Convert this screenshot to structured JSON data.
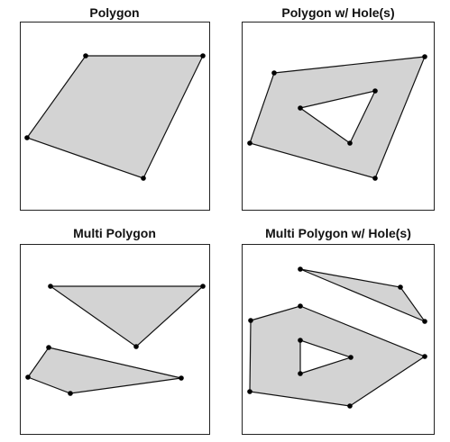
{
  "panels": [
    {
      "title": "Polygon",
      "shape": "polygon",
      "rings": [
        [
          [
            94,
            61
          ],
          [
            224,
            61
          ],
          [
            158,
            197
          ],
          [
            29,
            152
          ]
        ]
      ]
    },
    {
      "title": "Polygon w/ Hole(s)",
      "shape": "polygon-with-hole",
      "rings": [
        [
          [
            303,
            80
          ],
          [
            470,
            62
          ],
          [
            415,
            197
          ],
          [
            276,
            158
          ]
        ],
        [
          [
            332,
            119
          ],
          [
            415,
            100
          ],
          [
            387,
            158
          ]
        ]
      ]
    },
    {
      "title": "Multi Polygon",
      "shape": "multi-polygon",
      "rings": [
        [
          [
            55,
            317
          ],
          [
            224,
            317
          ],
          [
            150,
            384
          ]
        ],
        [
          [
            53,
            385
          ],
          [
            200,
            419
          ],
          [
            77,
            436
          ],
          [
            30,
            418
          ]
        ]
      ]
    },
    {
      "title": "Multi Polygon w/ Hole(s)",
      "shape": "multi-polygon-with-hole",
      "rings": [
        [
          [
            332,
            298
          ],
          [
            443,
            318
          ],
          [
            470,
            356
          ]
        ],
        [
          [
            277,
            355
          ],
          [
            332,
            339
          ],
          [
            470,
            395
          ],
          [
            387,
            450
          ],
          [
            276,
            434
          ]
        ],
        [
          [
            332,
            377
          ],
          [
            388,
            396
          ],
          [
            332,
            414
          ]
        ]
      ]
    }
  ],
  "colors": {
    "fill": "#d3d3d3",
    "stroke": "#111111",
    "vertex": "#000000"
  }
}
